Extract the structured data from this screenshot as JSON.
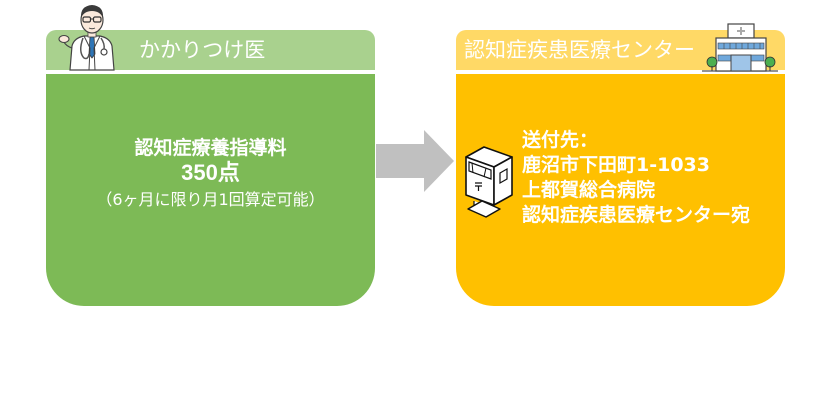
{
  "left_panel": {
    "header": "かかりつけ医",
    "icon": "doctor-icon",
    "title": "認知症療養指導料",
    "points": "350点",
    "note": "（6ヶ月に限り月1回算定可能）",
    "colors": {
      "header": "#A9D18E",
      "body": "#7DBA56"
    }
  },
  "arrow": {
    "icon": "right-arrow-icon",
    "color": "#C0C0C0"
  },
  "right_panel": {
    "header": "認知症疾患医療センター",
    "icon": "hospital-icon",
    "body_icon": "postbox-icon",
    "lines": [
      "送付先：",
      "鹿沼市下田町1-1033",
      "上都賀総合病院",
      "認知症疾患医療センター宛"
    ],
    "colors": {
      "header": "#FFD966",
      "body": "#FFC000"
    }
  }
}
